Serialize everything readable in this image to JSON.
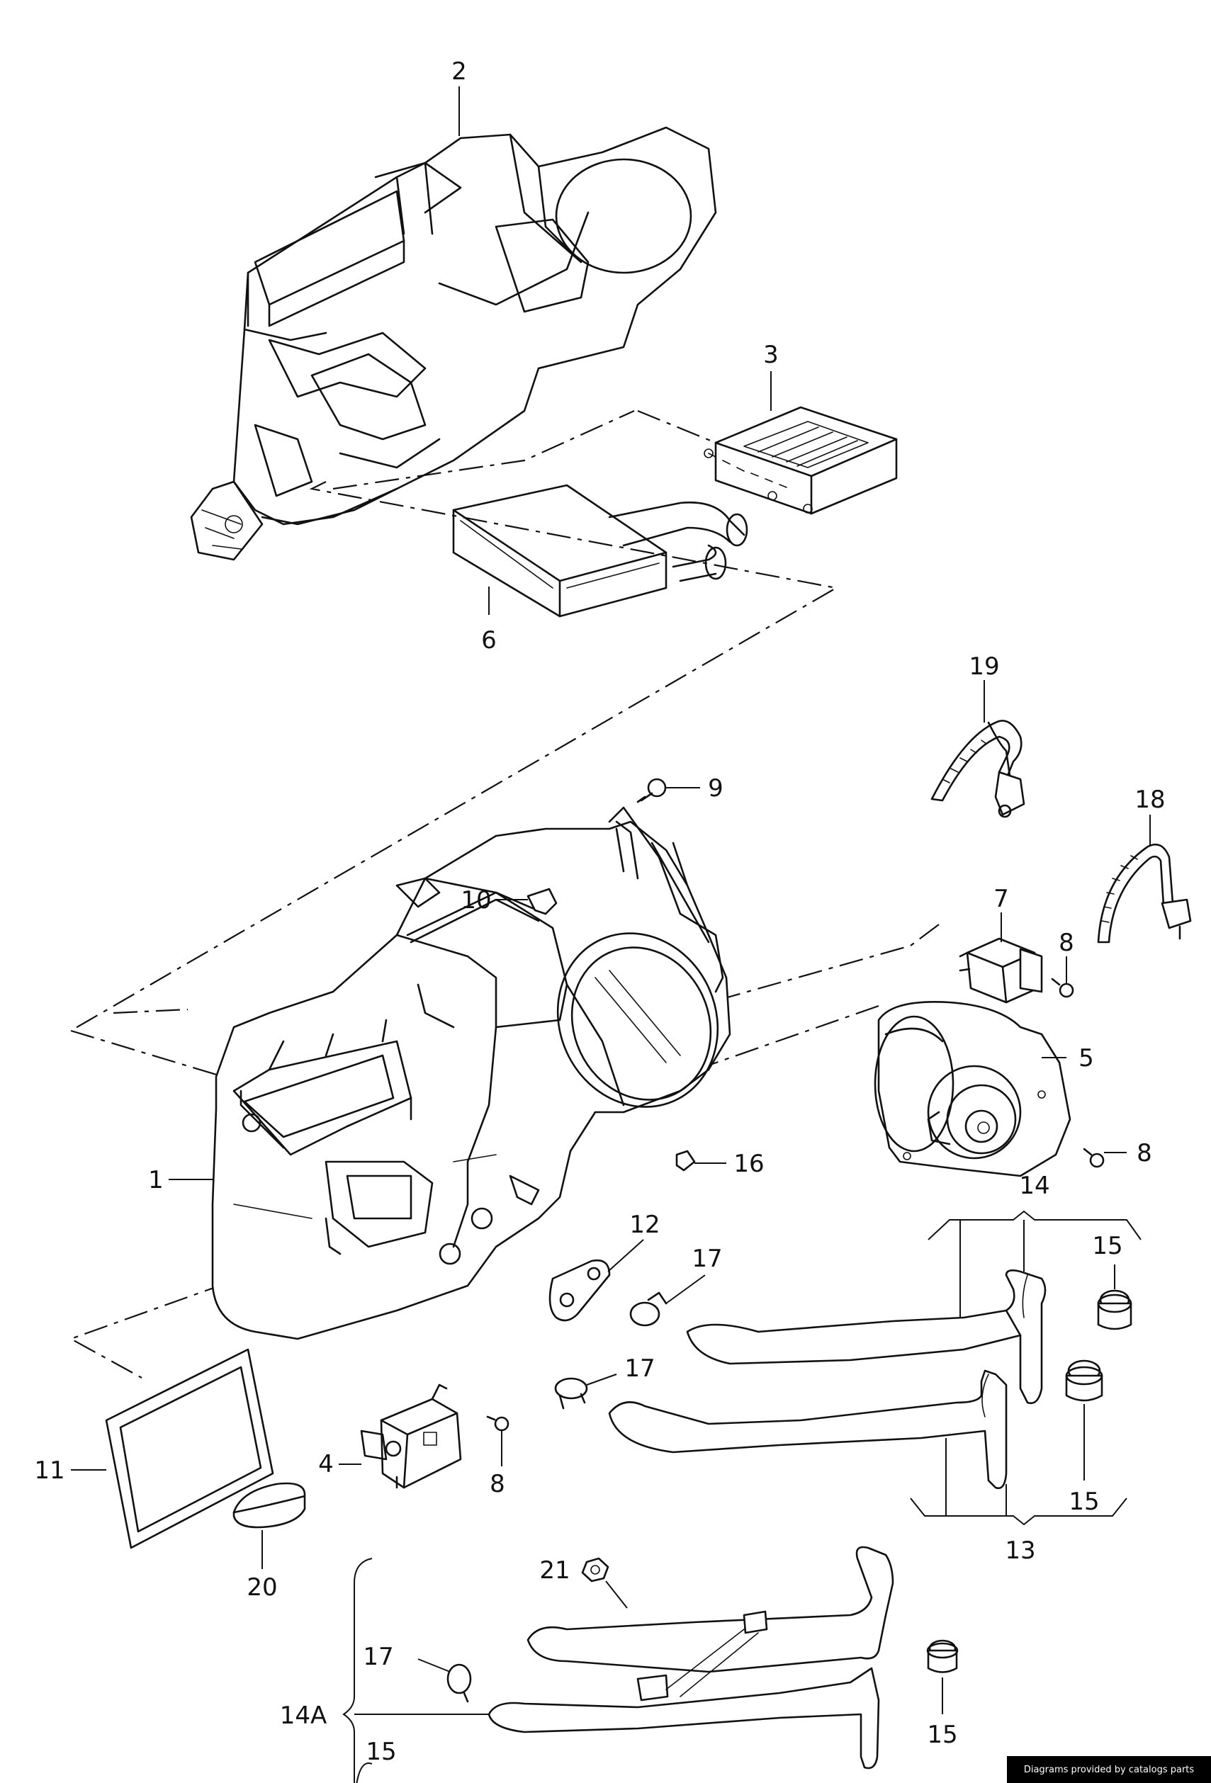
{
  "callouts": [
    {
      "id": "c2",
      "text": "2"
    },
    {
      "id": "c3",
      "text": "3"
    },
    {
      "id": "c6",
      "text": "6"
    },
    {
      "id": "c19",
      "text": "19"
    },
    {
      "id": "c9",
      "text": "9"
    },
    {
      "id": "c18",
      "text": "18"
    },
    {
      "id": "c10",
      "text": "10"
    },
    {
      "id": "c7",
      "text": "7"
    },
    {
      "id": "c8a",
      "text": "8"
    },
    {
      "id": "c5",
      "text": "5"
    },
    {
      "id": "c8b",
      "text": "8"
    },
    {
      "id": "c1",
      "text": "1"
    },
    {
      "id": "c16",
      "text": "16"
    },
    {
      "id": "c14",
      "text": "14"
    },
    {
      "id": "c12",
      "text": "12"
    },
    {
      "id": "c17a",
      "text": "17"
    },
    {
      "id": "c15a",
      "text": "15"
    },
    {
      "id": "c17b",
      "text": "17"
    },
    {
      "id": "c11",
      "text": "11"
    },
    {
      "id": "c4",
      "text": "4"
    },
    {
      "id": "c8c",
      "text": "8"
    },
    {
      "id": "c15b",
      "text": "15"
    },
    {
      "id": "c13",
      "text": "13"
    },
    {
      "id": "c20",
      "text": "20"
    },
    {
      "id": "c21",
      "text": "21"
    },
    {
      "id": "c17c",
      "text": "17"
    },
    {
      "id": "c14A",
      "text": "14A"
    },
    {
      "id": "c15c",
      "text": "15"
    },
    {
      "id": "c15d",
      "text": "15"
    }
  ],
  "footer": {
    "text": "Diagrams provided by catalogs parts"
  }
}
